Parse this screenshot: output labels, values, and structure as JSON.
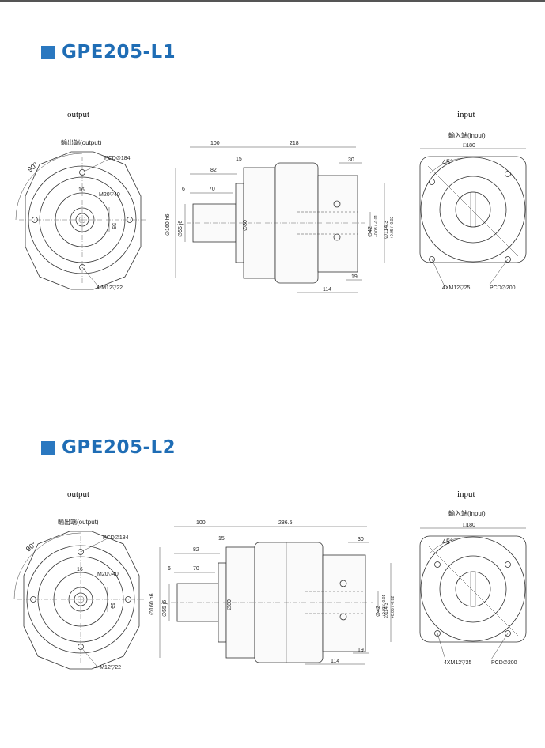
{
  "sections": [
    {
      "title": "GPE205-L1",
      "output_label": "output",
      "input_label": "input",
      "output_view": {
        "side": "輸出端(output)",
        "pcd": "PCD∅184",
        "angle": "90°",
        "dim16": "16",
        "thread": "M20▽40",
        "dim59": "59",
        "bolts": "4-M12▽22"
      },
      "side_view": {
        "d100": "100",
        "d218": "218",
        "d82": "82",
        "d15": "15",
        "d6": "6",
        "d70": "70",
        "d30": "30",
        "d160": "∅160 h6",
        "d55": "∅55 j6",
        "d80": "∅80",
        "d42": "∅42",
        "d42tol": "+0.03 / -0.01",
        "d114": "∅114.3",
        "d114tol": "+0.05 / -0.02",
        "d19": "19",
        "d114b": "114"
      },
      "input_view": {
        "side": "輸入端(input)",
        "square": "□180",
        "angle": "45°",
        "bolts": "4XM12▽25",
        "pcd": "PCD∅200"
      }
    },
    {
      "title": "GPE205-L2",
      "output_label": "output",
      "input_label": "input",
      "output_view": {
        "side": "輸出端(output)",
        "pcd": "PCD∅184",
        "angle": "90°",
        "dim16": "16",
        "thread": "M20▽40",
        "dim59": "59",
        "bolts": "4-M12▽22"
      },
      "side_view": {
        "d100": "100",
        "d218": "286.5",
        "d82": "82",
        "d15": "15",
        "d6": "6",
        "d70": "70",
        "d30": "30",
        "d160": "∅160 h6",
        "d55": "∅55 j6",
        "d80": "∅80",
        "d42": "∅42",
        "d42tol": "+0.03 / -0.01",
        "d114": "∅114.3",
        "d114tol": "+0.05 / -0.02",
        "d19": "19",
        "d114b": "114"
      },
      "input_view": {
        "side": "輸入端(input)",
        "square": "□180",
        "angle": "45°",
        "bolts": "4XM12▽25",
        "pcd": "PCD∅200"
      }
    }
  ]
}
